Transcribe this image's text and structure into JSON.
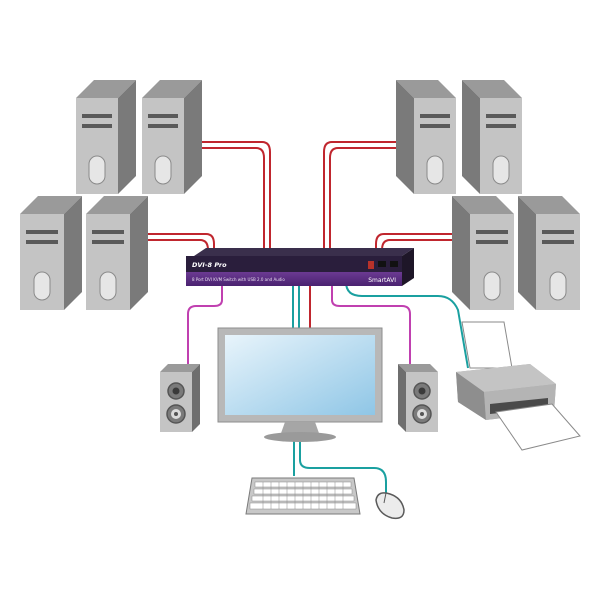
{
  "switch": {
    "model_label": "DVI-8 Pro",
    "description": "8 Port DVI KVM Switch with USB 2.0 and Audio",
    "brand": "SmartAVI"
  },
  "colors": {
    "video_cable": "#c0262e",
    "audio_cable": "#c040b0",
    "usb_cable": "#1aa0a0",
    "switch_body": "#2a1e3c",
    "switch_front": "#5a2a82"
  },
  "devices": {
    "computers": 8,
    "speakers": 2,
    "monitor": 1,
    "keyboard": 1,
    "mouse": 1,
    "printer": 1
  }
}
